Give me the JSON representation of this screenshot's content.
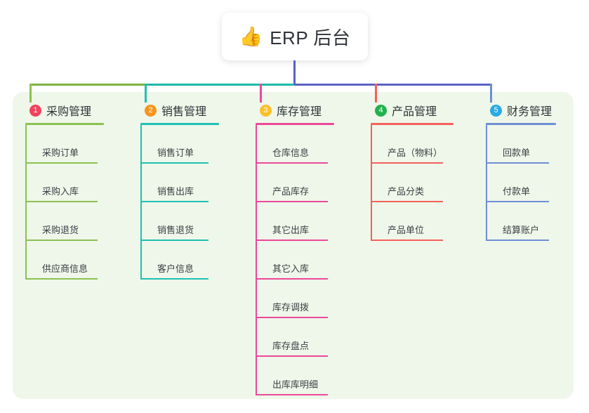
{
  "title": {
    "emoji": "👍",
    "emoji_name": "thumbs-up-emoji",
    "text": "ERP 后台"
  },
  "colors": {
    "panel_bg": "#eef7e9",
    "page_bg": "#ffffff",
    "trunk": "#5b61c4",
    "bus_left_green": "#7cb342",
    "bus_mid_teal": "#1fb9ab",
    "bus_right_blue": "#5b61c4"
  },
  "columns": [
    {
      "number": "1",
      "badge_color": "#f0435f",
      "line_color": "#8cc152",
      "label": "采购管理",
      "items": [
        "采购订单",
        "采购入库",
        "采购退货",
        "供应商信息"
      ]
    },
    {
      "number": "2",
      "badge_color": "#f7941e",
      "line_color": "#1fc0b3",
      "label": "销售管理",
      "items": [
        "销售订单",
        "销售出库",
        "销售退货",
        "客户信息"
      ]
    },
    {
      "number": "3",
      "badge_color": "#fbc02d",
      "line_color": "#ec4899",
      "label": "库存管理",
      "items": [
        "仓库信息",
        "产品库存",
        "其它出库",
        "其它入库",
        "库存调拨",
        "库存盘点",
        "出库库明细"
      ]
    },
    {
      "number": "4",
      "badge_color": "#22b14c",
      "line_color": "#f4615b",
      "label": "产品管理",
      "items": [
        "产品（物料）",
        "产品分类",
        "产品单位"
      ]
    },
    {
      "number": "5",
      "badge_color": "#29abe2",
      "line_color": "#6f8ed6",
      "label": "财务管理",
      "items": [
        "回款单",
        "付款单",
        "结算账户"
      ]
    }
  ]
}
